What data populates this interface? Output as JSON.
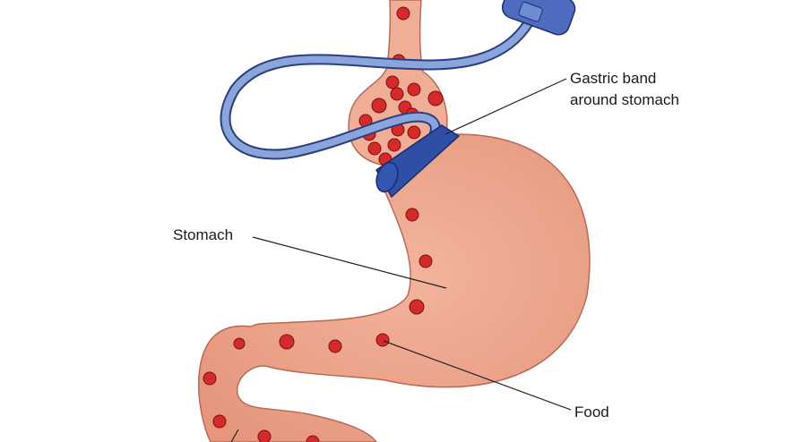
{
  "labels": {
    "gastric_band_line1": "Gastric band",
    "gastric_band_line2": "around stomach",
    "stomach": "Stomach",
    "food": "Food"
  },
  "colors": {
    "tissue": "#eea78e",
    "tissue_outline": "#b86a55",
    "food": "#d42a2a",
    "band": "#2f4fa6",
    "tube": "#8aa5dc",
    "leader": "#222222"
  }
}
